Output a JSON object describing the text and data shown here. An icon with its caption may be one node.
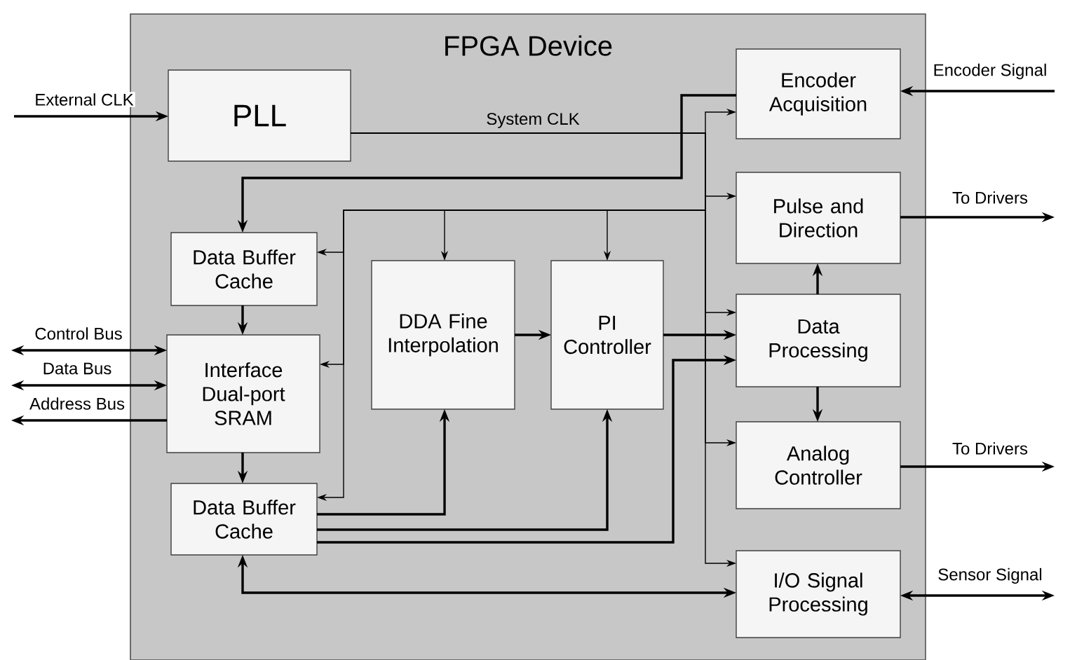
{
  "diagram": {
    "nodes": [
      {
        "text": [
          "FPGA Device"
        ]
      },
      {
        "text": [
          "PLL"
        ],
        "in": 0
      },
      {
        "text": [
          "Encoder Acquisition"
        ],
        "in": 0
      },
      {
        "text": [
          "Data Buffer Cache"
        ],
        "in": 0
      },
      {
        "text": [
          "Pulse and Direction"
        ],
        "in": 0
      },
      {
        "text": [
          "DDA Fine Interpolation"
        ],
        "in": 0
      },
      {
        "text": [
          "PI Controller"
        ],
        "in": 0
      },
      {
        "text": [
          "Interface Dual-port SRAM"
        ],
        "in": 0
      },
      {
        "text": [
          "Data Processing"
        ],
        "in": 0
      },
      {
        "text": [
          "Data Buffer Cache"
        ],
        "in": 0
      },
      {
        "text": [
          "Analog Controller"
        ],
        "in": 0
      },
      {
        "text": [
          "I/O Signal Processing"
        ],
        "in": 0
      }
    ],
    "edges": [
      {
        "from": null,
        "to": 1,
        "arrow": "to",
        "label": "External CLK"
      },
      {
        "from": 1,
        "to": 2,
        "arrow": "to",
        "label": "System CLK"
      },
      {
        "from": 1,
        "to": 4,
        "arrow": "to"
      },
      {
        "from": 1,
        "to": 8,
        "arrow": "to"
      },
      {
        "from": 1,
        "to": 10,
        "arrow": "to"
      },
      {
        "from": 1,
        "to": 11,
        "arrow": "to"
      },
      {
        "from": 1,
        "to": 5,
        "arrow": "to"
      },
      {
        "from": 1,
        "to": 6,
        "arrow": "to"
      },
      {
        "from": 1,
        "to": 3,
        "arrow": "to"
      },
      {
        "from": 1,
        "to": 7,
        "arrow": "to"
      },
      {
        "from": 1,
        "to": 9,
        "arrow": "to"
      },
      {
        "from": 2,
        "to": 3,
        "arrow": "to"
      },
      {
        "from": 3,
        "to": 7,
        "arrow": "to"
      },
      {
        "from": 7,
        "to": 9,
        "arrow": "to"
      },
      {
        "from": 9,
        "to": 5,
        "arrow": "to"
      },
      {
        "from": 9,
        "to": 6,
        "arrow": "to"
      },
      {
        "from": 9,
        "to": 8,
        "arrow": "to"
      },
      {
        "from": 9,
        "to": 11,
        "arrow": "both"
      },
      {
        "from": 5,
        "to": 6,
        "arrow": "to"
      },
      {
        "from": 6,
        "to": 8,
        "arrow": "to"
      },
      {
        "from": 8,
        "to": 4,
        "arrow": "to"
      },
      {
        "from": 8,
        "to": 10,
        "arrow": "to"
      },
      {
        "from": null,
        "to": 7,
        "arrow": "both",
        "label": "Control Bus"
      },
      {
        "from": null,
        "to": 7,
        "arrow": "both",
        "label": "Data Bus"
      },
      {
        "from": 7,
        "to": null,
        "arrow": "to",
        "label": "Address Bus"
      },
      {
        "from": null,
        "to": 2,
        "arrow": "to",
        "label": "Encoder Signal"
      },
      {
        "from": 4,
        "to": null,
        "arrow": "to",
        "label": "To Drivers"
      },
      {
        "from": 10,
        "to": null,
        "arrow": "to",
        "label": "To Drivers"
      },
      {
        "from": 11,
        "to": null,
        "arrow": "both",
        "label": "Sensor Signal"
      }
    ]
  }
}
